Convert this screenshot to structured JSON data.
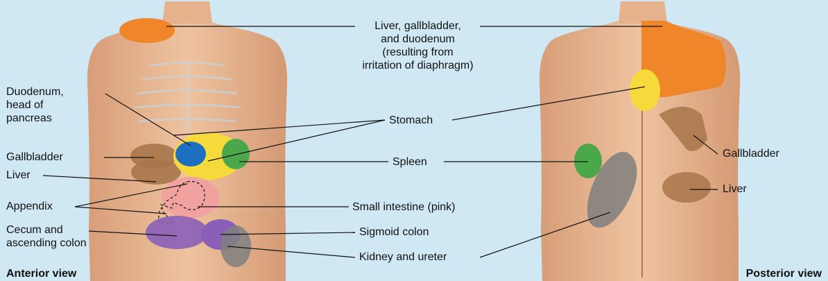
{
  "labels": {
    "liver_gallbladder_duodenum": [
      "Liver, gallbladder,",
      "and duodenum",
      "(resulting from",
      "irritation of diaphragm)"
    ],
    "duodenum_pancreas": [
      "Duodenum,",
      "head of",
      "pancreas"
    ],
    "stomach": "Stomach",
    "gallbladder_left": "Gallbladder",
    "spleen": "Spleen",
    "liver_left": "Liver",
    "appendix": "Appendix",
    "small_intestine": "Small intestine (pink)",
    "cecum": [
      "Cecum and",
      "ascending colon"
    ],
    "sigmoid_colon": "Sigmoid colon",
    "kidney_ureter": "Kidney and ureter",
    "gallbladder_right": "Gallbladder",
    "liver_right": "Liver"
  },
  "views": {
    "anterior": "Anterior view",
    "posterior": "Posterior view"
  },
  "colors": {
    "background": "#cfe8f4",
    "skin": "#e7b48f",
    "liver_gallbladder_duodenum": "#f0862a",
    "stomach": "#f6d93a",
    "duodenum": "#1f6fc0",
    "gallbladder": "#a8754a",
    "spleen": "#4aa84a",
    "small_intestine": "#f2a0a0",
    "cecum": "#8a5fb8",
    "kidney_ureter": "#7f7f7f"
  }
}
